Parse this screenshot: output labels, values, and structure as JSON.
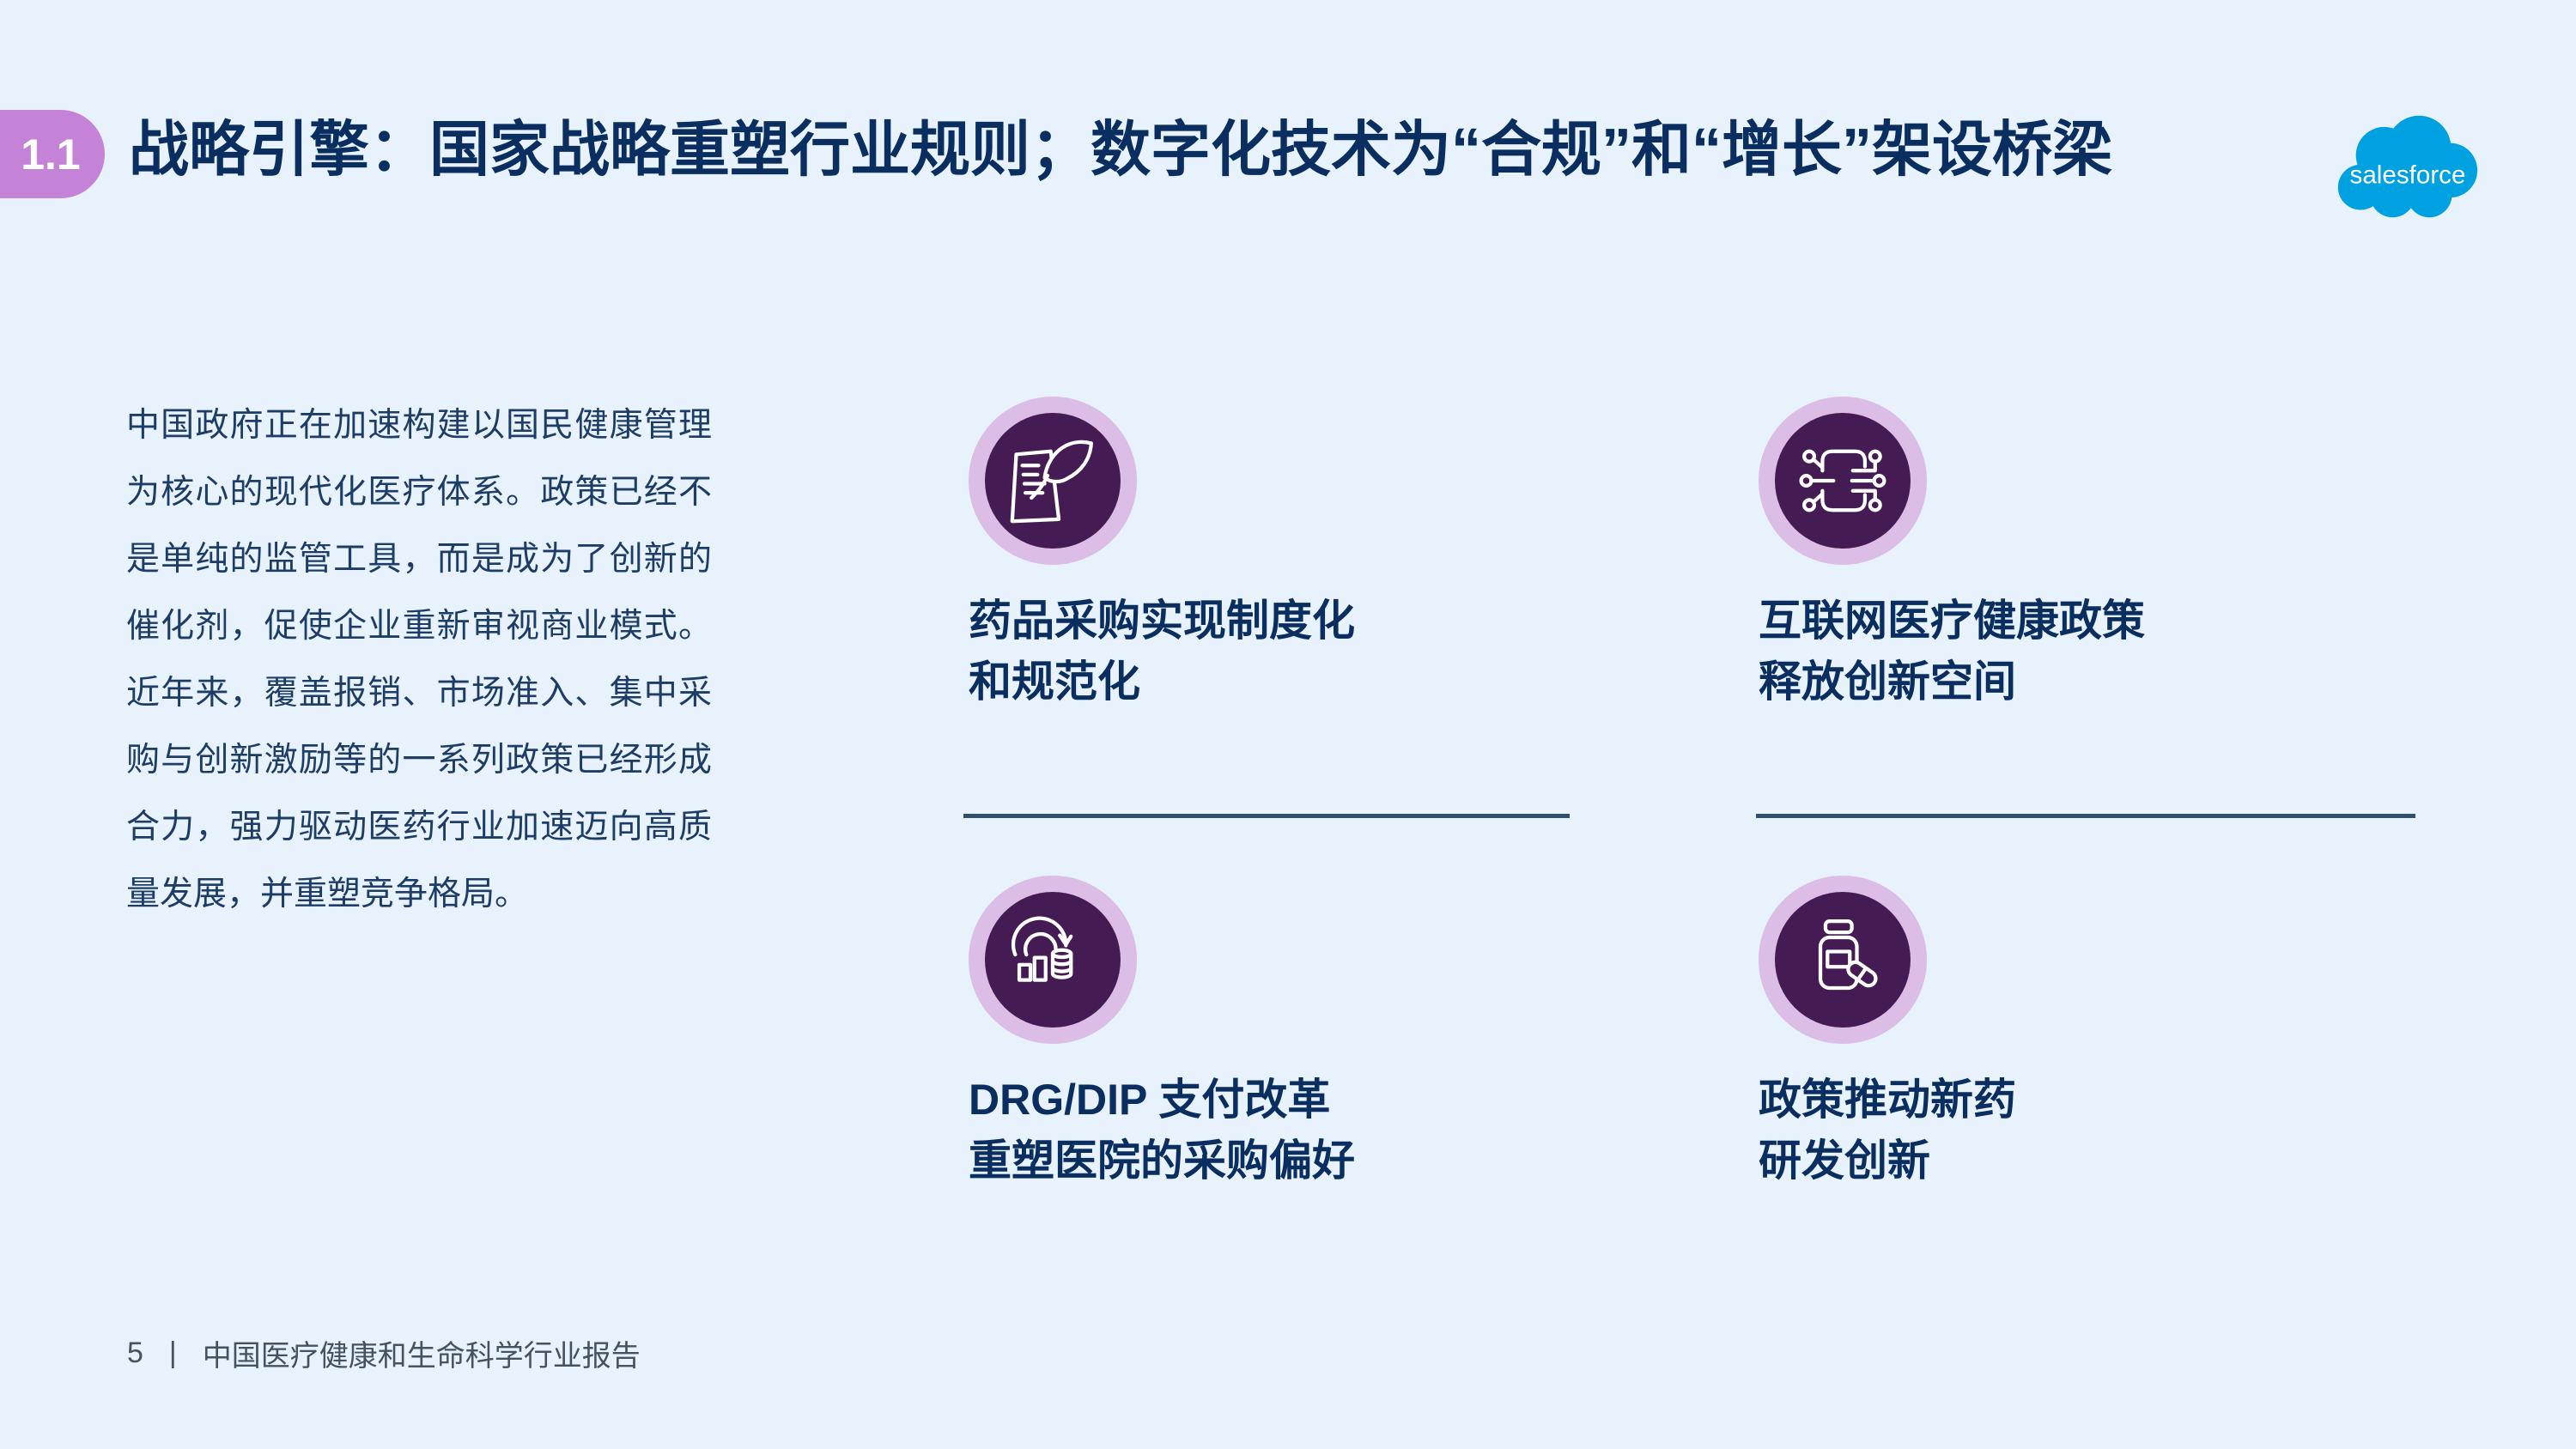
{
  "page": {
    "badge": "1.1",
    "title": "战略引擎：国家战略重塑行业规则；数字化技术为“合规”和“增长”架设桥梁",
    "logo_text": "salesforce",
    "intro": "中国政府正在加速构建以国民健康管理为核心的现代化医疗体系。政策已经不是单纯的监管工具，而是成为了创新的催化剂，促使企业重新审视商业模式。近年来，覆盖报销、市场准入、集中采购与创新激励等的一系列政策已经形成合力，强力驱动医药行业加速迈向高质量发展，并重塑竞争格局。",
    "cards": [
      {
        "icon": "contract-quill-icon",
        "title": "药品采购实现制度化\n和规范化"
      },
      {
        "icon": "circuit-network-icon",
        "title": "互联网医疗健康政策\n释放创新空间"
      },
      {
        "icon": "payment-cycle-chart-icon",
        "title": "DRG/DIP 支付改革\n重塑医院的采购偏好"
      },
      {
        "icon": "medicine-bottle-pill-icon",
        "title": "政策推动新药\n研发创新"
      }
    ],
    "footer": {
      "page_number": "5",
      "separator": "|",
      "report_title": "中国医疗健康和生命科学行业报告"
    },
    "colors": {
      "background": "#e7f2fc",
      "title_navy": "#0a2e60",
      "body_text": "#1d3c66",
      "badge_purple": "#c583d8",
      "icon_ring_lavender": "#dbbde6",
      "icon_core_plum": "#451b54",
      "divider": "#2f4f6b",
      "salesforce_blue": "#00a1e0",
      "footer_text": "#45525f"
    }
  }
}
